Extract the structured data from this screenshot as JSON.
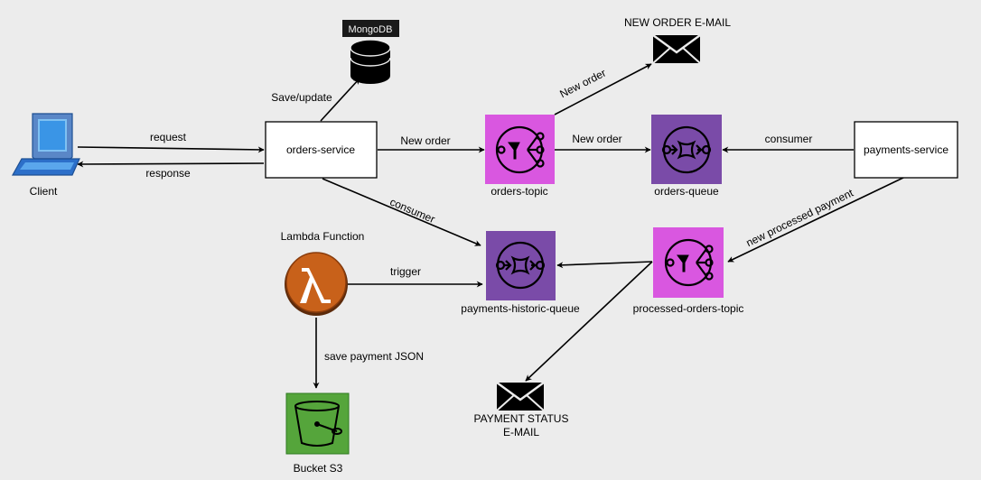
{
  "nodes": {
    "client": "Client",
    "mongodb": "MongoDB",
    "orders_service": "orders-service",
    "orders_topic": "orders-topic",
    "orders_queue": "orders-queue",
    "payments_service": "payments-service",
    "lambda_function": "Lambda Function",
    "payments_historic_queue": "payments-historic-queue",
    "processed_orders_topic": "processed-orders-topic",
    "bucket_s3": "Bucket S3",
    "new_order_email": "NEW ORDER E-MAIL",
    "payment_status_email_line1": "PAYMENT STATUS",
    "payment_status_email_line2": "E-MAIL"
  },
  "edges": {
    "request": "request",
    "response": "response",
    "save_update": "Save/update",
    "new_order_service_topic": "New order",
    "new_order_topic_queue": "New order",
    "new_order_email": "New order",
    "consumer_payments": "consumer",
    "consumer_historic": "consumer",
    "trigger": "trigger",
    "new_processed_payment": "new processed payment",
    "save_payment_json": "save payment JSON"
  },
  "colors": {
    "background": "#ececec",
    "sns_topic": "#d957e0",
    "sqs_queue": "#7a4ba8",
    "lambda": "#c8611a",
    "s3_bucket": "#55a53b",
    "client_screen": "#2f8ae0",
    "mongodb_label_bg": "#1a1a1a"
  },
  "icons": {
    "client": "laptop-icon",
    "mongodb": "database-icon",
    "orders_topic": "sns-topic-icon",
    "processed_orders_topic": "sns-topic-icon",
    "orders_queue": "sqs-queue-icon",
    "payments_historic_queue": "sqs-queue-icon",
    "lambda_function": "lambda-icon",
    "bucket_s3": "s3-bucket-icon",
    "new_order_email": "envelope-icon",
    "payment_status_email": "envelope-icon"
  }
}
